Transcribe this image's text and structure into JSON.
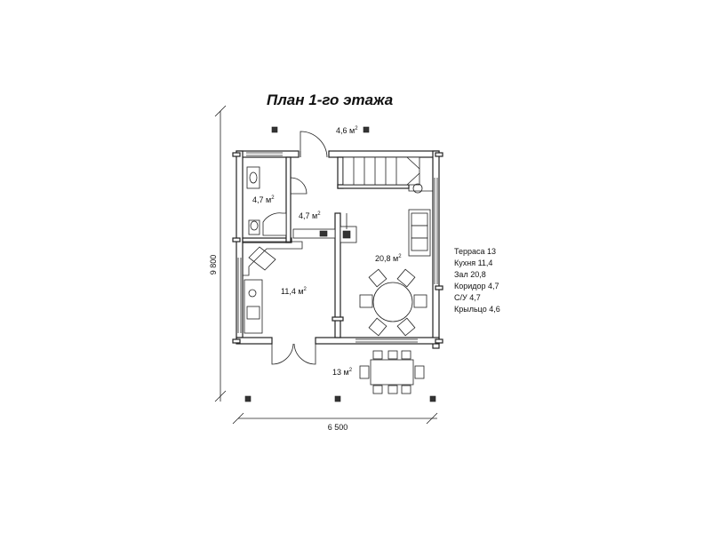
{
  "title": "План 1-го этажа",
  "rooms": {
    "porch": {
      "area": "4,6 м",
      "sup": "2"
    },
    "bathroom": {
      "area": "4,7 м",
      "sup": "2"
    },
    "corridor": {
      "area": "4,7 м",
      "sup": "2"
    },
    "hall": {
      "area": "20,8 м",
      "sup": "2"
    },
    "kitchen": {
      "area": "11,4 м",
      "sup": "2"
    },
    "terrace": {
      "area": "13 м",
      "sup": "2"
    }
  },
  "dimensions": {
    "height": "9 800",
    "width": "6 500"
  },
  "legend": [
    "Терраса 13",
    "Кухня 11,4",
    "Зал 20,8",
    "Коридор 4,7",
    "С/У 4,7",
    "Крыльцо 4,6"
  ]
}
